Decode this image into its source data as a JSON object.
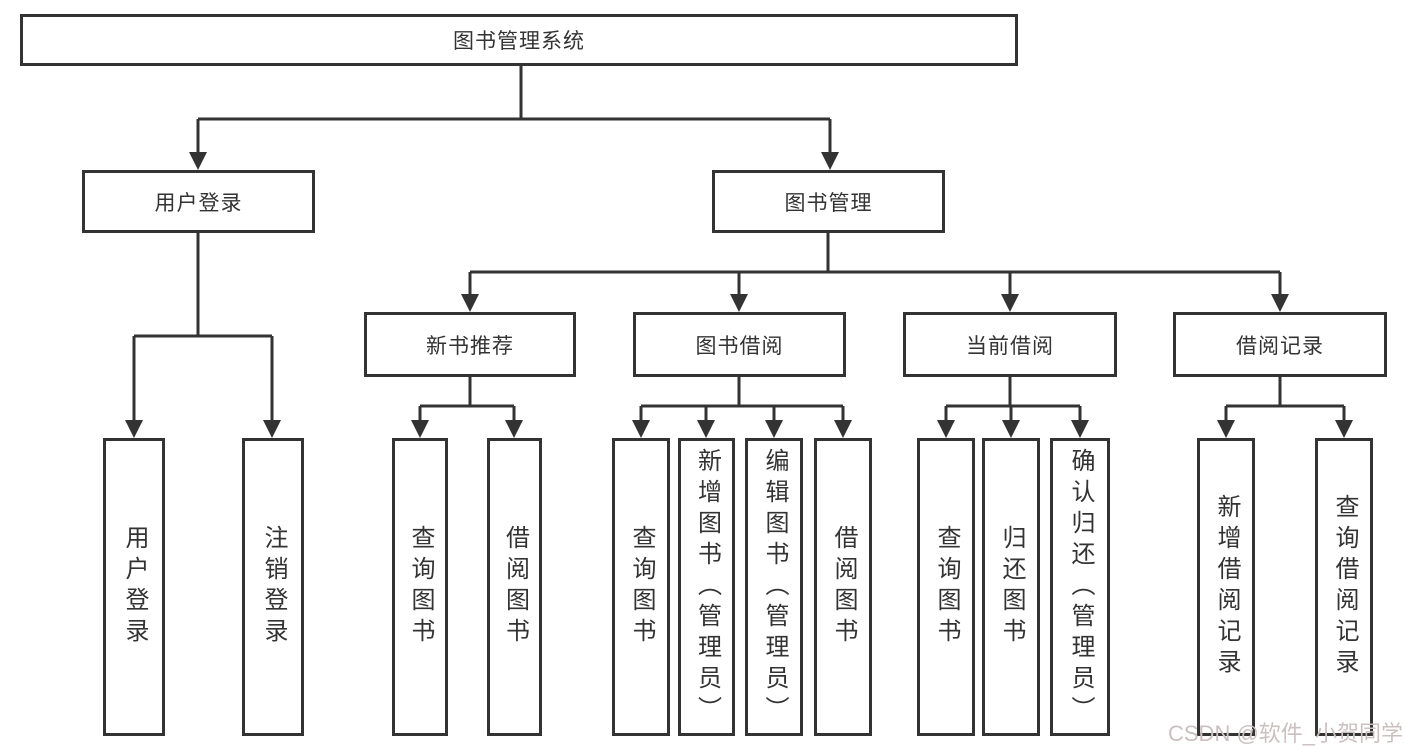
{
  "colors": {
    "line": "#333333",
    "box_border": "#333333",
    "text": "#333333",
    "background": "#ffffff",
    "watermark": "#cbc0c0"
  },
  "tree": {
    "label": "图书管理系统",
    "children": [
      {
        "label": "用户登录",
        "children": [
          {
            "label": "用户登录"
          },
          {
            "label": "注销登录"
          }
        ]
      },
      {
        "label": "图书管理",
        "children": [
          {
            "label": "新书推荐",
            "children": [
              {
                "label": "查询图书"
              },
              {
                "label": "借阅图书"
              }
            ]
          },
          {
            "label": "图书借阅",
            "children": [
              {
                "label": "查询图书"
              },
              {
                "label": "新增图书（管理员）"
              },
              {
                "label": "编辑图书（管理员）"
              },
              {
                "label": "借阅图书"
              }
            ]
          },
          {
            "label": "当前借阅",
            "children": [
              {
                "label": "查询图书"
              },
              {
                "label": "归还图书"
              },
              {
                "label": "确认归还（管理员）"
              }
            ]
          },
          {
            "label": "借阅记录",
            "children": [
              {
                "label": "新增借阅记录"
              },
              {
                "label": "查询借阅记录"
              }
            ]
          }
        ]
      }
    ]
  },
  "watermark": {
    "text": "CSDN @软件_小贺同学"
  }
}
